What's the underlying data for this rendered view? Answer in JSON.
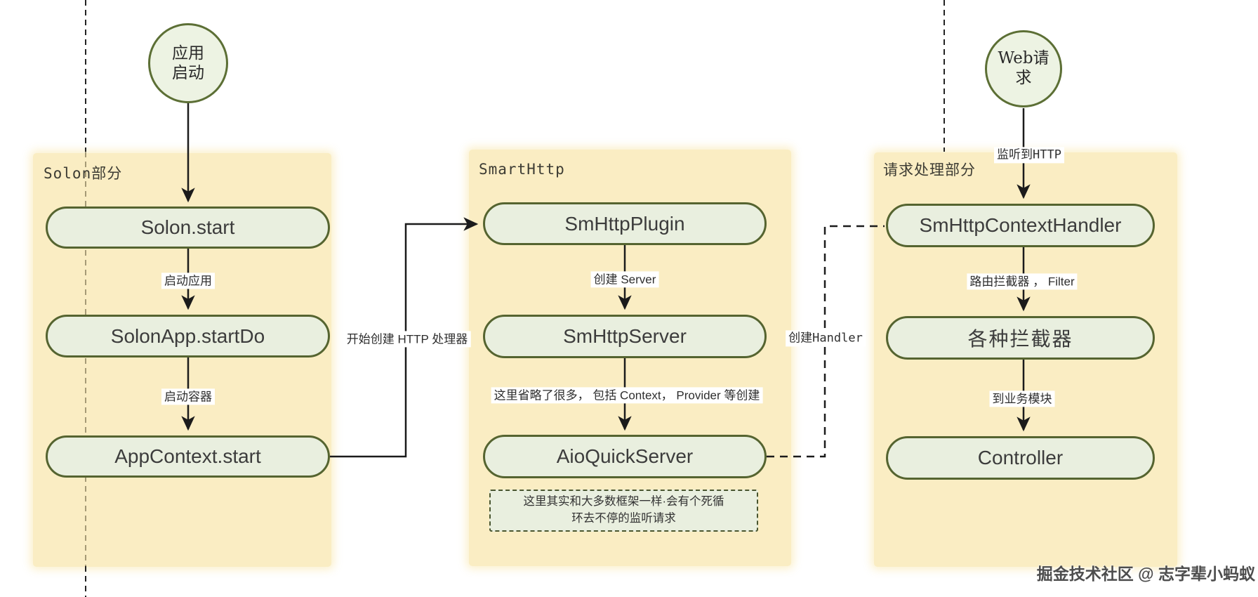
{
  "diagram": {
    "watermark": "掘金技术社区 @ 志字辈小蚂蚁",
    "colors": {
      "panel_background": "#FAEDC3",
      "node_fill": "#E9EFDF",
      "node_border": "#556430",
      "arrow": "#1b1b1b"
    },
    "circles": [
      {
        "id": "app-start",
        "line1": "应用",
        "line2": "启动"
      },
      {
        "id": "web-request",
        "line1": "Web请",
        "line2": "求"
      }
    ],
    "panels": [
      {
        "title": "Solon部分",
        "nodes": [
          {
            "label": "Solon.start"
          },
          {
            "label": "SolonApp.startDo"
          },
          {
            "label": "AppContext.start"
          }
        ]
      },
      {
        "title": "SmartHttp",
        "nodes": [
          {
            "label": "SmHttpPlugin"
          },
          {
            "label": "SmHttpServer"
          },
          {
            "label": "AioQuickServer"
          }
        ],
        "note_line1": "这里其实和大多数框架一样·会有个死循",
        "note_line2": "环去不停的监听请求"
      },
      {
        "title": "请求处理部分",
        "nodes": [
          {
            "label": "SmHttpContextHandler"
          },
          {
            "label": "各种拦截器"
          },
          {
            "label": "Controller"
          }
        ]
      }
    ],
    "edge_labels": {
      "start_app": "启动应用",
      "start_container": "启动容器",
      "create_http_handler": "开始创建 HTTP 处理器",
      "create_server": "创建 Server",
      "omitted": "这里省略了很多， 包括 Context， Provider 等创建",
      "create_handler": "创建Handler",
      "listen_http": "监听到HTTP",
      "route_filter": "路由拦截器 ， Filter",
      "to_business": "到业务模块"
    }
  }
}
